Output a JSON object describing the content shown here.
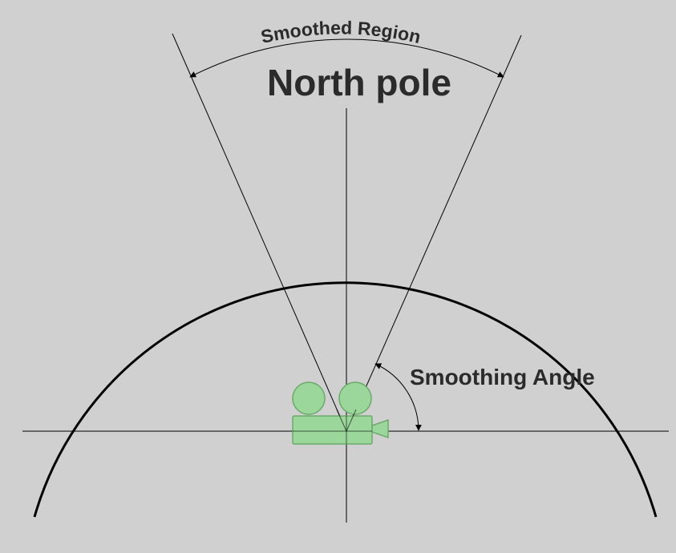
{
  "labels": {
    "north_pole": "North pole",
    "smoothing_angle": "Smoothing Angle",
    "smoothed_region": "Smoothed Region"
  },
  "colors": {
    "background": "#d0d0d0",
    "lines": "#000000",
    "text": "#2b2b2b",
    "camera_fill": "#9bd69b",
    "camera_stroke": "#6aaa6a"
  },
  "icons": {
    "camera": "movie-camera-icon"
  }
}
